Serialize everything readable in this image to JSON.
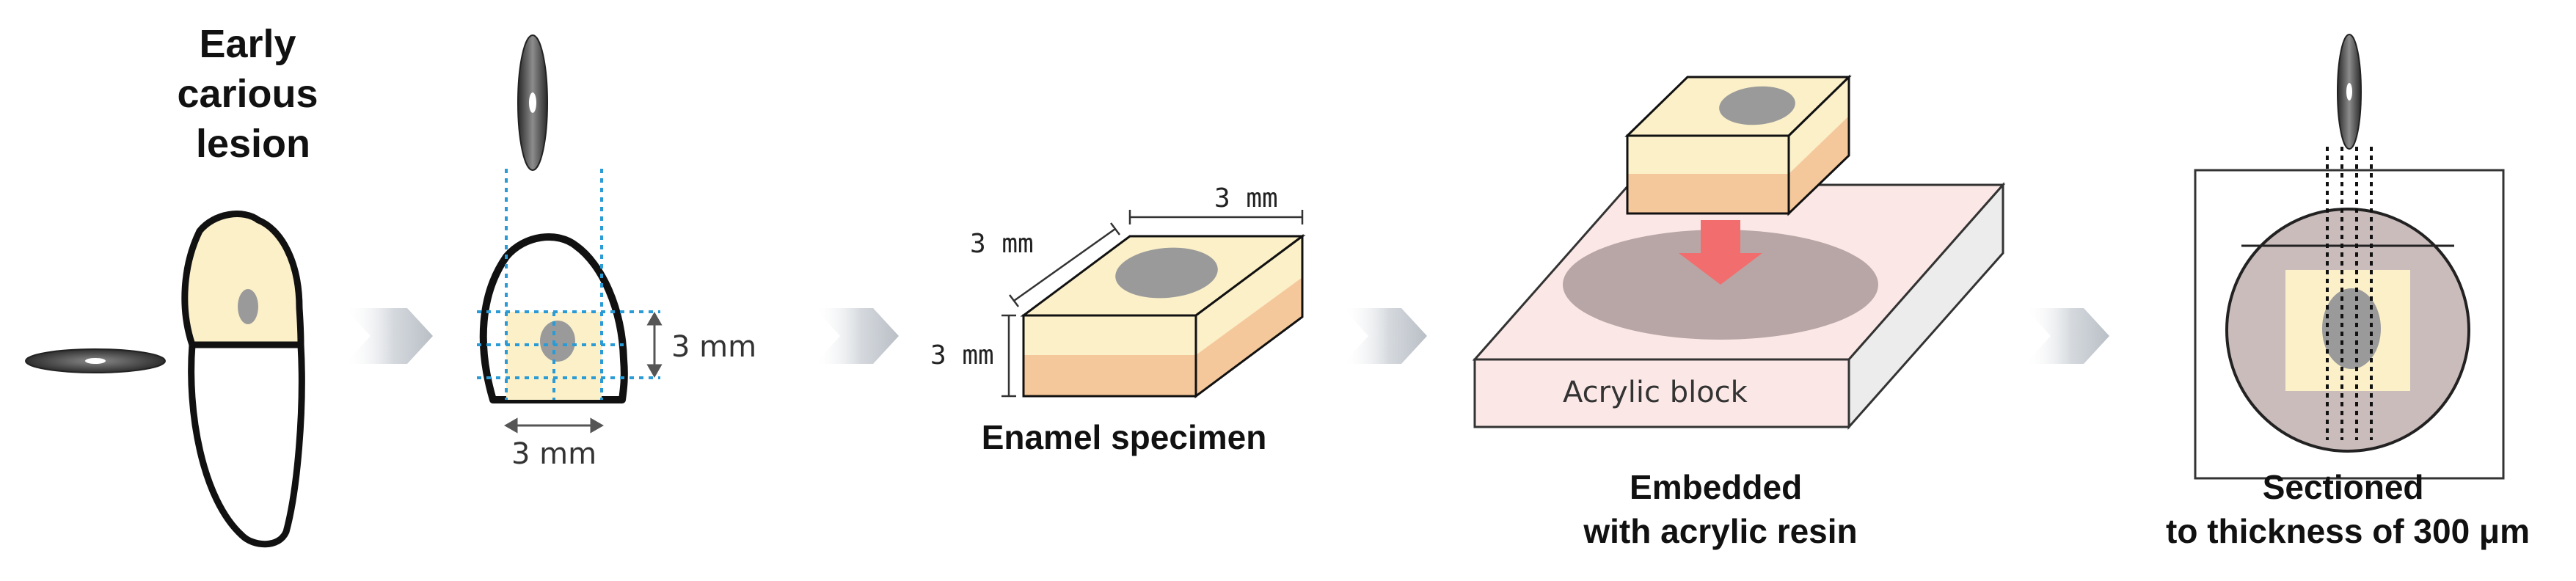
{
  "steps": [
    {
      "id": "lesion",
      "caption_lines": [
        "Early",
        "carious",
        "lesion"
      ]
    },
    {
      "id": "cutting",
      "dim_vertical": "3 mm",
      "dim_horizontal": "3 mm"
    },
    {
      "id": "specimen",
      "caption_lines": [
        "Enamel specimen"
      ],
      "dim_top": "3 mm",
      "dim_left_depth": "3 mm",
      "dim_left_height": "3 mm"
    },
    {
      "id": "embedding",
      "caption_lines": [
        "Embedded",
        "with acrylic resin"
      ],
      "block_label": "Acrylic block"
    },
    {
      "id": "sectioning",
      "caption_lines": [
        "Sectioned",
        "to thickness of 300 μm"
      ]
    }
  ],
  "colors": {
    "enamel": "#fbf0c8",
    "dentin": "#f5c89b",
    "lesion": "#9a9a9a",
    "outline": "#111111",
    "guide": "#2b9bd6",
    "arrow_red": "#f26d6d",
    "acrylic": "#fbe8e6",
    "process_arrow": "#d9dde2"
  }
}
